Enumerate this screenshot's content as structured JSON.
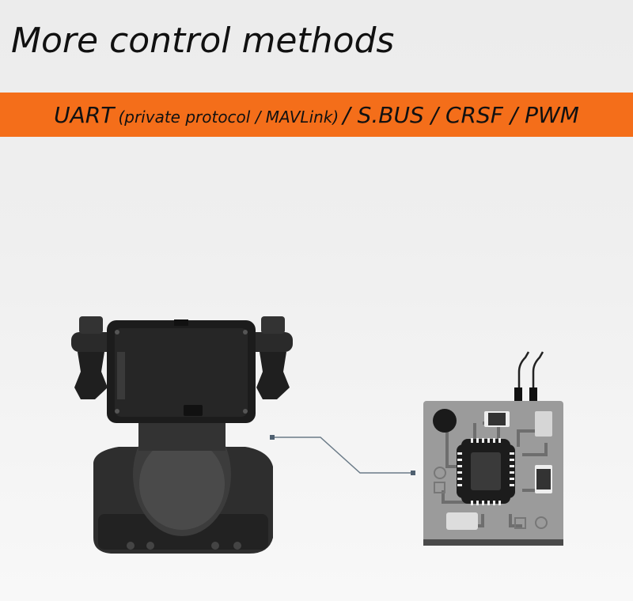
{
  "title": "More control methods",
  "protocols": {
    "uart": "UART",
    "uart_detail": "(private protocol / MAVLink)",
    "rest": "/ S.BUS / CRSF / PWM"
  },
  "colors": {
    "accent": "#f46e1a"
  },
  "illustrations": {
    "left": "gimbal-camera-illustration",
    "right": "circuit-board-illustration"
  }
}
